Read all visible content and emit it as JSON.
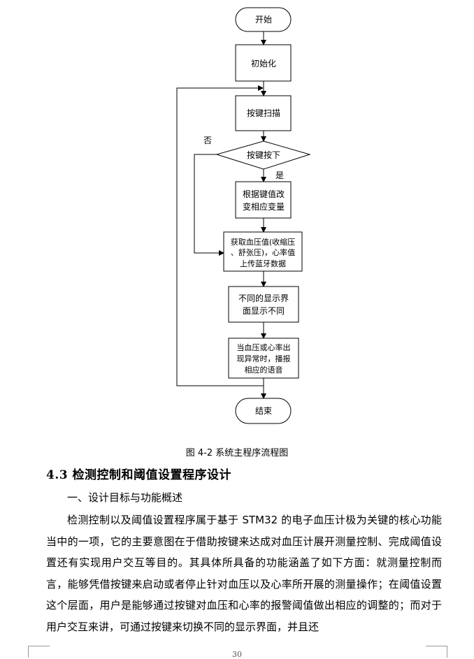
{
  "flowchart": {
    "start": "开始",
    "init": "初始化",
    "scan": "按键扫描",
    "decision": "按键按下",
    "no_label": "否",
    "yes_label": "是",
    "change": [
      "根据键值改",
      "变相应变量"
    ],
    "acquire": [
      "获取血压值(收缩压",
      "、舒张压)，心率值",
      "上传蓝牙数据"
    ],
    "display": [
      "不同的显示界",
      "面显示不同"
    ],
    "alarm": [
      "当血压或心率出",
      "现异常时，播报",
      "相应的语音"
    ],
    "end": "结束"
  },
  "caption": "图 4-2  系统主程序流程图",
  "section_title": "4.3  检测控制和阈值设置程序设计",
  "subheading": "一、设计目标与功能概述",
  "paragraph": "检测控制以及阈值设置程序属于基于 STM32 的电子血压计极为关键的核心功能当中的一项，它的主要意图在于借助按键来达成对血压计展开测量控制、完成阈值设置还有实现用户交互等目的。其具体所具备的功能涵盖了如下方面：就测量控制而言，能够凭借按键来启动或者停止针对血压以及心率所开展的测量操作；在阈值设置这个层面，用户是能够通过按键对血压和心率的报警阈值做出相应的调整的；而对于用户交互来讲，可通过按键来切换不同的显示界面，并且还",
  "page_number": "30"
}
